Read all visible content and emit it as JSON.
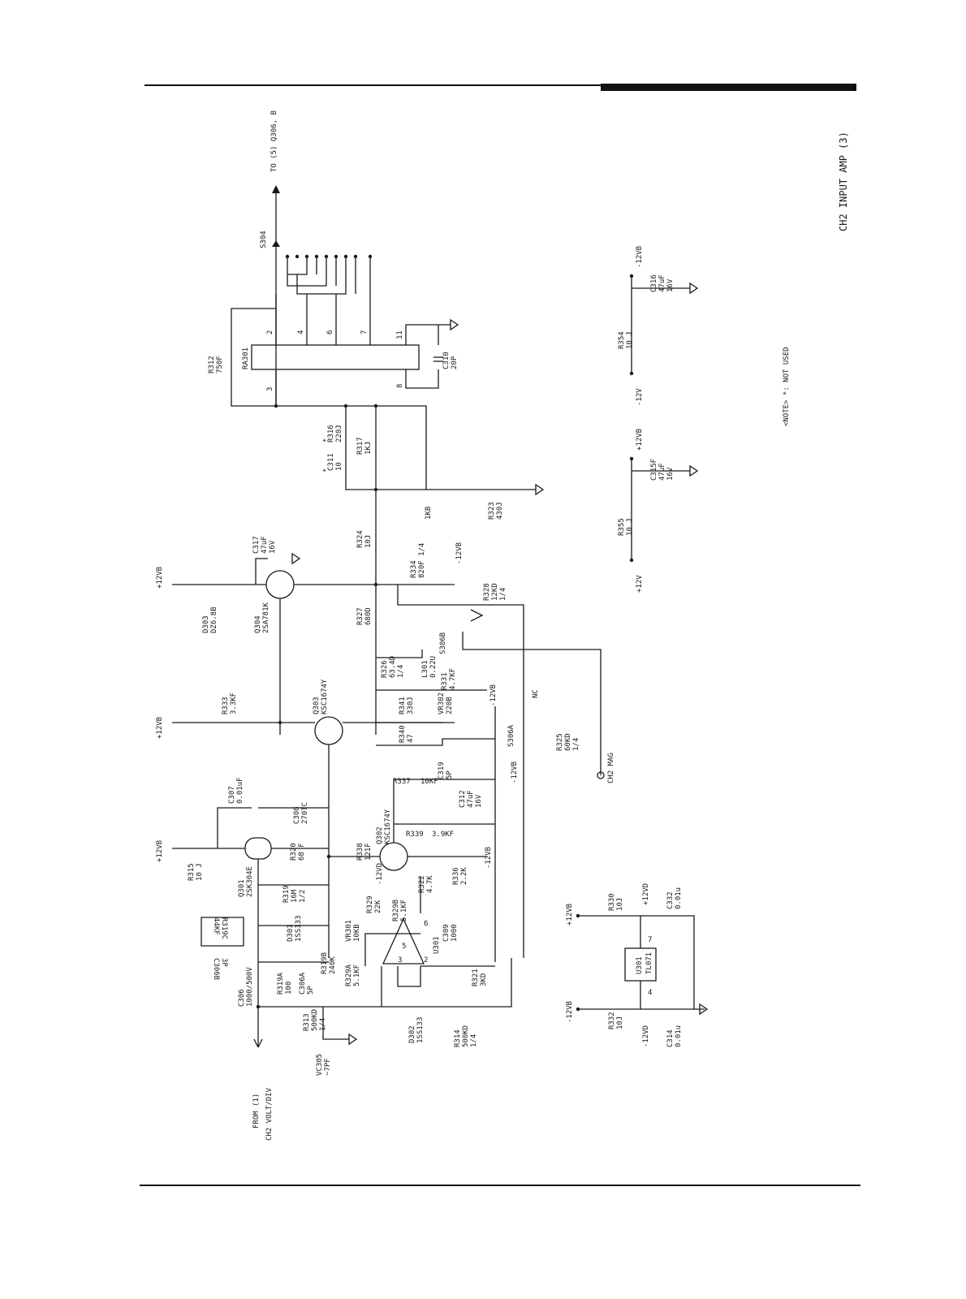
{
  "title": "CH2 INPUT AMP (3)",
  "note": "<NOTE> *: NOT USED",
  "io": {
    "from": "FROM (1)",
    "from_sub": "CH2 VOLT/DIV",
    "to": "TO (5) Q306, B",
    "ch2_mag": "CH2 MAG"
  },
  "rails": {
    "p12vb": "+12VB",
    "m12vb": "-12VB",
    "p12v": "+12V",
    "m12v": "-12V",
    "p12vd": "+12VD",
    "m12vd": "-12VD",
    "nc": "NC"
  },
  "labels": {
    "r312": "R312",
    "r312v": "750F",
    "ra301": "RA301",
    "s304": "S304",
    "c310": "C310",
    "c310v": "20P",
    "pin2": "2",
    "pin3": "3",
    "pin4": "4",
    "pin6": "6",
    "pin7": "7",
    "pin8": "8",
    "pin11": "11",
    "c311": "C311",
    "c311v": "10",
    "r316": "R316",
    "r316v": "220J",
    "star": "*",
    "r317": "R317",
    "r317v": "1KJ",
    "r1kb": "1KB",
    "r323": "R323",
    "r323v": "430J",
    "r324": "R324",
    "r324v": "10J",
    "c317": "C317",
    "c317v": "47uF",
    "c317v2": "16V",
    "d303": "D303",
    "d303v": "DZ6.8B",
    "q304": "Q304",
    "q304v": "2SA781K",
    "r334": "R334",
    "r334v": "820F 1/4",
    "r328": "R328",
    "r328v": "12KD",
    "r328v2": "1/4",
    "r327": "R327",
    "r327v": "680D",
    "s306b": "S306B",
    "r326": "R326",
    "r326v": "63.4D",
    "r326v2": "1/4",
    "l301": "L301",
    "l301v": "0.22U",
    "r331": "R331",
    "r331v": "4.7KF",
    "r333": "R333",
    "r333v": "3.3KF",
    "q303": "Q303",
    "q303v": "KSC1674Y",
    "r341": "R341",
    "r341v": "330J",
    "vr302": "VR302",
    "vr302v": "220B",
    "r340": "R340",
    "r340v": "47",
    "s306a": "S306A",
    "r325": "R325",
    "r325v": "60KD",
    "r325v2": "1/4",
    "c319": "C319",
    "c319v": "5P",
    "r337": "R337",
    "r337v": "10KF",
    "c312": "C312",
    "c312v": "47uF",
    "c312v2": "16V",
    "c307": "C307",
    "c307v": "0.01uF",
    "c308": "C308",
    "c308v": "270TC",
    "r320": "R320",
    "r320v": "68 F",
    "q302": "Q302",
    "q302v": "KSC1674Y",
    "r338": "R338",
    "r338v": "121F",
    "r339": "R339",
    "r339v": "3.9KF",
    "r315": "R315",
    "r315v": "10 J",
    "q301": "Q301",
    "q301v": "2SK304E",
    "r319": "R319",
    "r319v": "16M",
    "r319v2": "1/2",
    "d301": "D301",
    "d301v": "1SS133",
    "r319c": "R319C",
    "r319cv": "44KF",
    "c306b": "C306B",
    "c306bv": "3P",
    "r319b": "R319B",
    "r319bv": "240K",
    "r319a": "R319A",
    "r319av": "100",
    "c306a": "C306A",
    "c306av": "5P",
    "c306": "C306",
    "c306v": "1000/500V",
    "r313": "R313",
    "r313v": "500KD",
    "r313v2": "1/4",
    "vc305": "VC305",
    "vc305v": "~7PF",
    "r336": "R336",
    "r336v": "2.2K",
    "r322": "R322",
    "r322v": "4.7K",
    "r329": "R329",
    "r329v": "22K",
    "r329b": "R329B",
    "r329bv": "5.1KF",
    "vr301": "VR301",
    "vr301v": "10KB",
    "r329a": "R329A",
    "r329av": "5.1KF",
    "c309": "C309",
    "c309v": "1000",
    "u301": "U301",
    "r321": "R321",
    "r321v": "3KD",
    "d302": "D302",
    "d302v": "1SS133",
    "r314": "R314",
    "r314v": "500KD",
    "r314v2": "1/4",
    "opamp_p5": "5",
    "opamp_p6": "6",
    "opamp_p3": "3",
    "opamp_p2": "2",
    "r354": "R354",
    "r354v": "10 J",
    "c316": "C316",
    "c316v": "47uF",
    "c316v2": "16V",
    "r355": "R355",
    "r355v": "10 J",
    "c315": "C315F",
    "c315v": "47uF",
    "c315v2": "16V",
    "r330": "R330",
    "r330v": "10J",
    "c332": "C332",
    "c332v": "0.01u",
    "u301b": "U301",
    "u301bv": "TL071",
    "pin7b": "7",
    "pin4b": "4",
    "r332": "R332",
    "r332v": "10J",
    "c314": "C314",
    "c314v": "0.01u"
  }
}
